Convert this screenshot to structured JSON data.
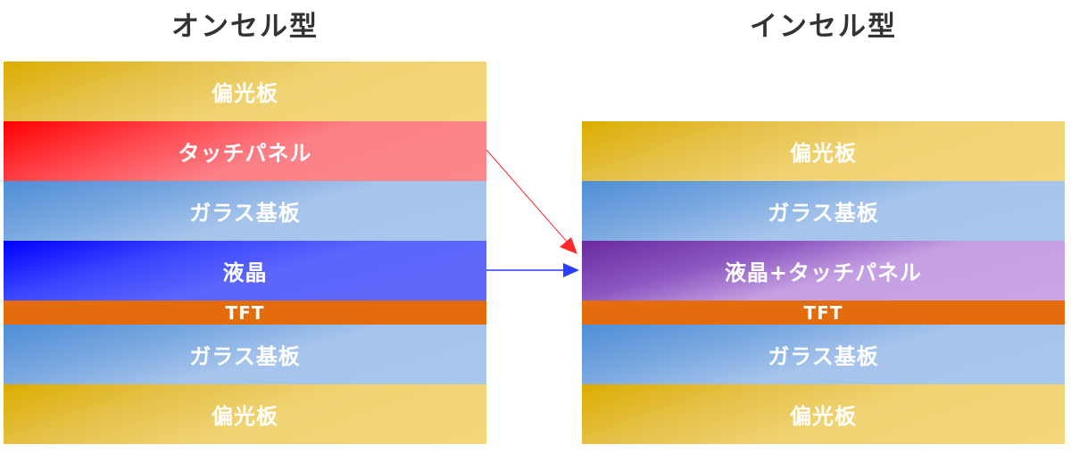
{
  "left": {
    "title": "オンセル型",
    "layers": [
      {
        "label": "偏光板",
        "type": "polarizer"
      },
      {
        "label": "タッチパネル",
        "type": "touch"
      },
      {
        "label": "ガラス基板",
        "type": "glass"
      },
      {
        "label": "液晶",
        "type": "lc"
      },
      {
        "label": "TFT",
        "type": "tft"
      },
      {
        "label": "ガラス基板",
        "type": "glass"
      },
      {
        "label": "偏光板",
        "type": "polarizer"
      }
    ]
  },
  "right": {
    "title": "インセル型",
    "layers": [
      {
        "label": "偏光板",
        "type": "polarizer"
      },
      {
        "label": "ガラス基板",
        "type": "glass"
      },
      {
        "label": "液晶+タッチパネル",
        "type": "lc-touch"
      },
      {
        "label": "TFT",
        "type": "tft"
      },
      {
        "label": "ガラス基板",
        "type": "glass"
      },
      {
        "label": "偏光板",
        "type": "polarizer"
      }
    ]
  },
  "arrows": [
    {
      "from": "タッチパネル",
      "to": "液晶+タッチパネル",
      "color": "#ff2a2a"
    },
    {
      "from": "液晶",
      "to": "液晶+タッチパネル",
      "color": "#2a3cff"
    }
  ],
  "colors": {
    "polarizer": "#e6c24c",
    "touch": "#fb6b72",
    "glass": "#7aa8e0",
    "lc": "#3a46ff",
    "lc_touch": "#a47ad0",
    "tft": "#e36c0c",
    "title_text": "#333333"
  }
}
